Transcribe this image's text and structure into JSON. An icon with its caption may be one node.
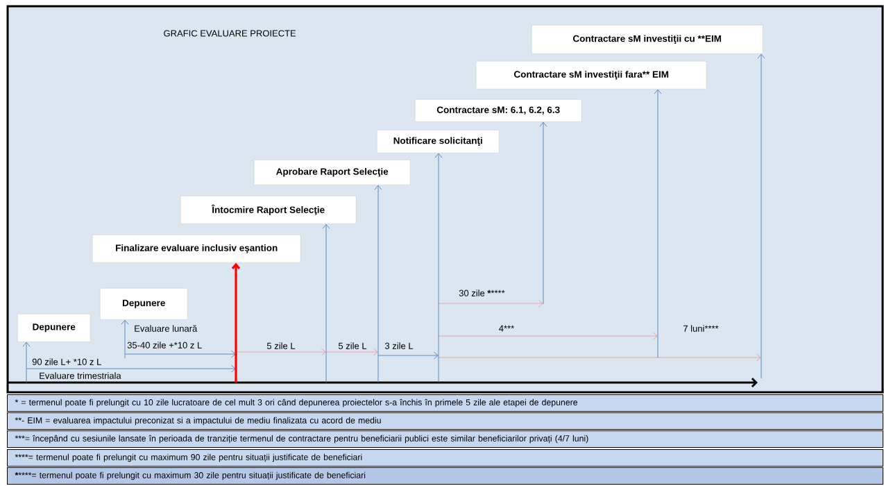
{
  "diagram": {
    "title": "GRAFIC EVALUARE PROIECTE",
    "nodes": [
      {
        "text": [
          "Depunere"
        ]
      },
      {
        "text": [
          "Depunere"
        ]
      },
      {
        "text": [
          "Finalizare evaluare inclusiv eşantion"
        ]
      },
      {
        "text": [
          "Întocmire Raport Selecţie"
        ]
      },
      {
        "text": [
          "Aprobare Raport Selecţie"
        ]
      },
      {
        "text": [
          "Notificare solicitanţi"
        ]
      },
      {
        "text": [
          "Contractare sM: 6.1, 6.2, 6.3"
        ]
      },
      {
        "text": [
          "Contractare sM investiţii fara** EIM"
        ]
      },
      {
        "text": [
          "Contractare sM investiţii cu **EIM"
        ]
      },
      {
        "text": [
          "* = termenul poate fi prelungit cu 10 zile lucratoare de cel mult 3 ori când depunerea proiectelor s-a închis în primele 5 zile ale etapei de depunere"
        ]
      },
      {
        "text": [
          "**- EIM = evaluarea impactului preconizat si a impactului de mediu finalizata cu acord de mediu"
        ]
      },
      {
        "text": [
          "***= începând cu sesiunile lansate în perioada de tranziție termenul de contractare pentru beneficiarii publici este similar beneficiarilor privați (4/7 luni)"
        ]
      },
      {
        "text": [
          "****= termenul poate fi prelungit cu maximum 90 zile pentru situații justificate de beneficiari"
        ]
      },
      {
        "text": [
          "*********= termenul poate fi prelungit cu maximum 30 zile pentru situații justificate de beneficiari"
        ]
      }
    ],
    "edges": [
      {
        "from": null,
        "to": 0,
        "arrow": "to"
      },
      {
        "from": null,
        "to": 1,
        "arrow": "to"
      },
      {
        "from": null,
        "to": 2,
        "arrow": "to",
        "style": "thick",
        "color": "#ff0000"
      },
      {
        "from": null,
        "to": 3,
        "arrow": "to"
      },
      {
        "from": null,
        "to": 4,
        "arrow": "to"
      },
      {
        "from": null,
        "to": 5,
        "arrow": "to"
      },
      {
        "from": null,
        "to": 6,
        "arrow": "to"
      },
      {
        "from": null,
        "to": 7,
        "arrow": "to"
      },
      {
        "from": null,
        "to": 8,
        "arrow": "to"
      }
    ],
    "labels": [
      "30 zile *********",
      "Evaluare lunară",
      "4***",
      "7 luni****",
      "35-40 zile +*10 z L",
      "5 zile L",
      "5 zile L",
      "3 zile L",
      "90 zile L+ *10 z L",
      "Evaluare trimestriala"
    ]
  }
}
